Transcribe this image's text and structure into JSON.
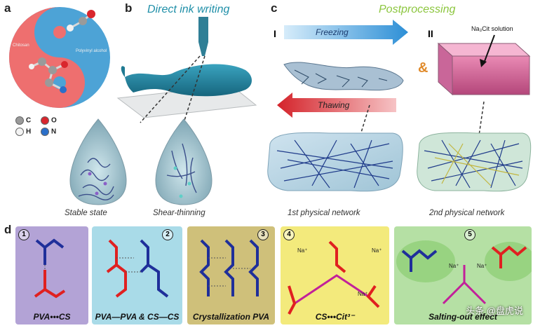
{
  "panel_labels": {
    "a": "a",
    "b": "b",
    "c": "c",
    "d": "d"
  },
  "titles": {
    "direct_ink_writing": "Direct ink writing",
    "postprocessing": "Postprocessing"
  },
  "yin_yang": {
    "left_label": "Chitosan",
    "right_label": "Polyvinyl alcohol"
  },
  "atom_legend": [
    {
      "symbol": "C",
      "color": "#9a9a9a"
    },
    {
      "symbol": "O",
      "color": "#d9262d"
    },
    {
      "symbol": "H",
      "color": "#f4f4f4"
    },
    {
      "symbol": "N",
      "color": "#2a6fc9"
    }
  ],
  "drop_captions": {
    "stable": "Stable state",
    "shear": "Shear-thinning"
  },
  "steps": {
    "I": "I",
    "II": "II",
    "freezing": "Freezing",
    "thawing": "Thawing",
    "ampersand": "&",
    "solution": "Na₃Cit solution"
  },
  "network_captions": {
    "first": "1st physical network",
    "second": "2nd physical network"
  },
  "bottom_panels": [
    {
      "num": "1",
      "caption": "PVA•••CS",
      "color": "#b3a3d6"
    },
    {
      "num": "2",
      "caption": "PVA—PVA & CS—CS",
      "color": "#a9dbe8"
    },
    {
      "num": "3",
      "caption": "Crystallization PVA",
      "color": "#cfc07a"
    },
    {
      "num": "4",
      "caption": "CS•••Cit³⁻",
      "color": "#f3ea7c"
    },
    {
      "num": "5",
      "caption": "Salting-out effect",
      "color": "#b5e0a4"
    }
  ],
  "na_label": "Na⁺",
  "watermark": "头条 @盘虎说"
}
